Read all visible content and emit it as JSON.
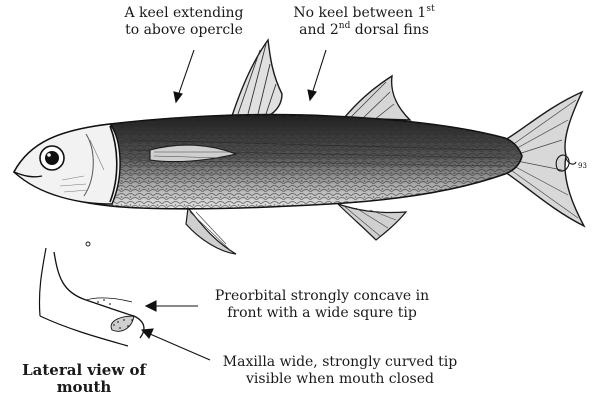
{
  "annotations": {
    "keel_opercle": [
      "A keel extending",
      "to above opercle"
    ],
    "no_keel_dorsal": {
      "line1_before": "No keel between 1",
      "line1_sup1": "st",
      "line2_prefix": "and 2",
      "line2_sup": "nd",
      "line2_after": " dorsal fins"
    },
    "preorbital": [
      "Preorbital strongly concave in",
      "front with a wide squre tip"
    ],
    "maxilla": [
      "Maxilla wide, strongly curved tip",
      "visible when mouth closed"
    ],
    "mouth_view": [
      "Lateral view of",
      "mouth"
    ]
  },
  "signature": "93",
  "colors": {
    "ink": "#1a1a1a",
    "shade": "#555555",
    "light": "#bdbdbd"
  }
}
